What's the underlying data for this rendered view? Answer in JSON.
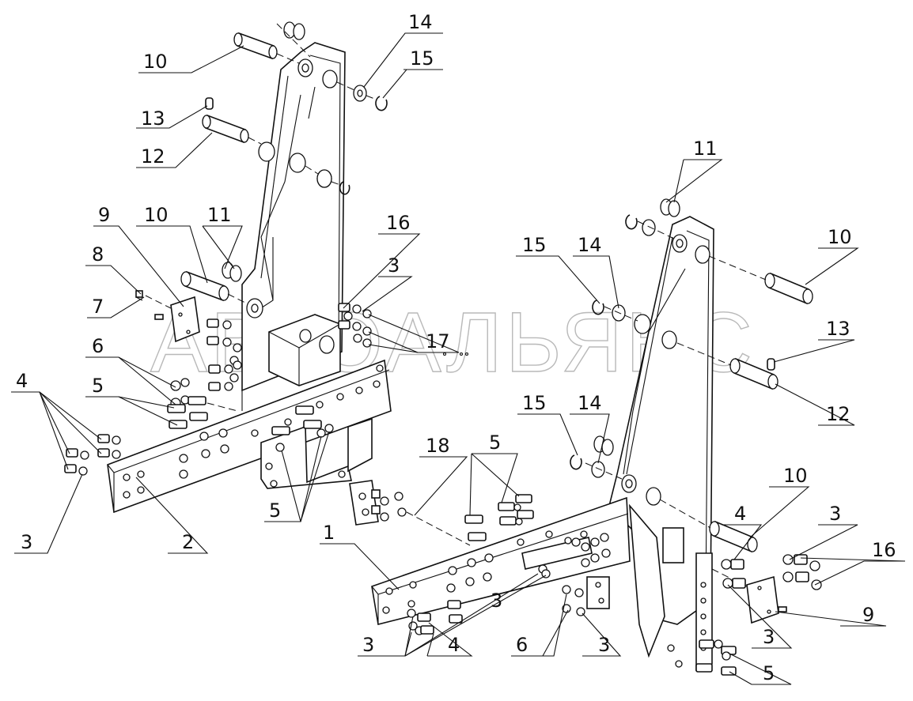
{
  "watermark": "АВТОАЛЬЯНС",
  "callouts": [
    {
      "id": "c10a",
      "text": "10"
    },
    {
      "id": "c13a",
      "text": "13"
    },
    {
      "id": "c12a",
      "text": "12"
    },
    {
      "id": "c14a",
      "text": "14"
    },
    {
      "id": "c15a",
      "text": "15"
    },
    {
      "id": "c9a",
      "text": "9"
    },
    {
      "id": "c10b",
      "text": "10"
    },
    {
      "id": "c11a",
      "text": "11"
    },
    {
      "id": "c8",
      "text": "8"
    },
    {
      "id": "c7",
      "text": "7"
    },
    {
      "id": "c6a",
      "text": "6"
    },
    {
      "id": "c5a",
      "text": "5"
    },
    {
      "id": "c4a",
      "text": "4"
    },
    {
      "id": "c3a",
      "text": "3"
    },
    {
      "id": "c2",
      "text": "2"
    },
    {
      "id": "c5b",
      "text": "5"
    },
    {
      "id": "c16a",
      "text": "16"
    },
    {
      "id": "c3b",
      "text": "3"
    },
    {
      "id": "c17",
      "text": "17"
    },
    {
      "id": "c11b",
      "text": "11"
    },
    {
      "id": "c15b",
      "text": "15"
    },
    {
      "id": "c14b",
      "text": "14"
    },
    {
      "id": "c10c",
      "text": "10"
    },
    {
      "id": "c13b",
      "text": "13"
    },
    {
      "id": "c12b",
      "text": "12"
    },
    {
      "id": "c18",
      "text": "18"
    },
    {
      "id": "c5c",
      "text": "5"
    },
    {
      "id": "c15c",
      "text": "15"
    },
    {
      "id": "c14c",
      "text": "14"
    },
    {
      "id": "c1",
      "text": "1"
    },
    {
      "id": "c10d",
      "text": "10"
    },
    {
      "id": "c4b",
      "text": "4"
    },
    {
      "id": "c3c",
      "text": "3"
    },
    {
      "id": "c16b",
      "text": "16"
    },
    {
      "id": "c9b",
      "text": "9"
    },
    {
      "id": "c3d",
      "text": "3"
    },
    {
      "id": "c3e",
      "text": "3"
    },
    {
      "id": "c3f",
      "text": "3"
    },
    {
      "id": "c4c",
      "text": "4"
    },
    {
      "id": "c6b",
      "text": "6"
    },
    {
      "id": "c3g",
      "text": "3"
    },
    {
      "id": "c5d",
      "text": "5"
    }
  ]
}
